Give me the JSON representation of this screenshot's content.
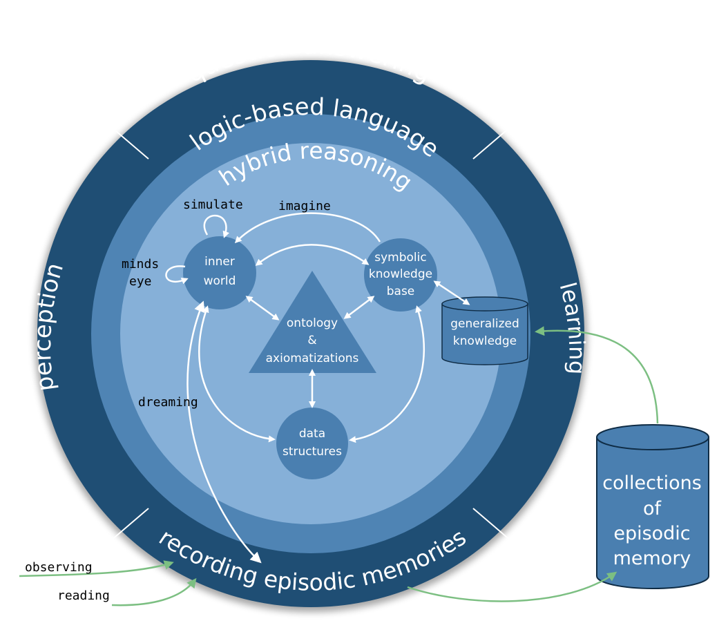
{
  "rings": {
    "outer_top": "question answering",
    "outer_left": "perception",
    "outer_right": "learning",
    "outer_bottom": "recording episodic memories",
    "middle_top": "logic-based language",
    "inner_top": "hybrid reasoning"
  },
  "nodes": {
    "inner_world": [
      "inner",
      "world"
    ],
    "symbolic_kb": [
      "symbolic",
      "knowledge",
      "base"
    ],
    "ontology": [
      "ontology",
      "&",
      "axiomatizations"
    ],
    "data_structures": [
      "data",
      "structures"
    ],
    "generalized_knowledge": [
      "generalized",
      "knowledge"
    ],
    "episodic_memory": [
      "collections",
      "of",
      "episodic",
      "memory"
    ]
  },
  "edge_labels": {
    "simulate": "simulate",
    "imagine": "imagine",
    "minds": "minds",
    "eye": "eye",
    "dreaming": "dreaming",
    "observing": "observing",
    "reading": "reading"
  },
  "colors": {
    "outer_ring": "#1f4e74",
    "middle_ring": "#4f84b4",
    "inner_disc": "#86b0d8",
    "node_fill": "#4a7fb0",
    "white_arrow": "#ffffff",
    "green_arrow": "#7cbf82"
  }
}
